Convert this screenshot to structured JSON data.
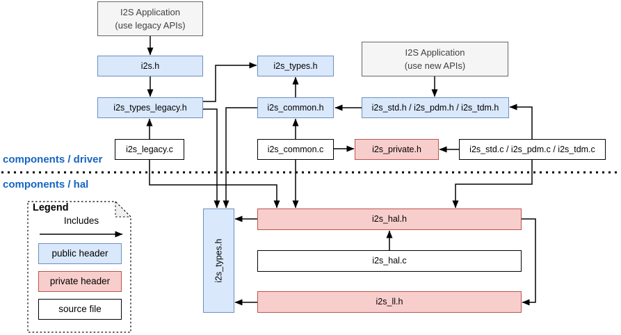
{
  "sections": {
    "driver": {
      "label": "components / driver"
    },
    "hal": {
      "label": "components / hal"
    }
  },
  "nodes": {
    "app_legacy": {
      "label": "I2S Application",
      "sublabel": "(use legacy APIs)"
    },
    "i2s_h": {
      "label": "i2s.h"
    },
    "i2s_types_legacy_h": {
      "label": "i2s_types_legacy.h"
    },
    "i2s_legacy_c": {
      "label": "i2s_legacy.c"
    },
    "i2s_types_h_driver": {
      "label": "i2s_types.h"
    },
    "i2s_common_h": {
      "label": "i2s_common.h"
    },
    "i2s_common_c": {
      "label": "i2s_common.c"
    },
    "app_new": {
      "label": "I2S Application",
      "sublabel": "(use new APIs)"
    },
    "i2s_std_h": {
      "label": "i2s_std.h / i2s_pdm.h / i2s_tdm.h"
    },
    "i2s_private_h": {
      "label": "i2s_private.h"
    },
    "i2s_std_c": {
      "label": "i2s_std.c / i2s_pdm.c / i2s_tdm.c"
    },
    "i2s_types_h_hal": {
      "label": "i2s_types.h"
    },
    "i2s_hal_h": {
      "label": "i2s_hal.h"
    },
    "i2s_hal_c": {
      "label": "i2s_hal.c"
    },
    "i2s_ll_h": {
      "label": "i2s_ll.h"
    }
  },
  "legend": {
    "title": "Legend",
    "arrow_label": "Includes",
    "items": [
      {
        "label": "public header",
        "type": "public_header"
      },
      {
        "label": "private header",
        "type": "private_header"
      },
      {
        "label": "source file",
        "type": "source_file"
      }
    ]
  },
  "colors": {
    "public_header_fill": "#dae8fc",
    "public_header_stroke": "#6c8ebf",
    "private_header_fill": "#f8cecc",
    "private_header_stroke": "#b85450",
    "source_file_fill": "#ffffff",
    "source_file_stroke": "#000000",
    "app_fill": "#f5f5f5",
    "app_stroke": "#666666",
    "section_label_text": "#1565c0",
    "edge_stroke": "#000000"
  }
}
